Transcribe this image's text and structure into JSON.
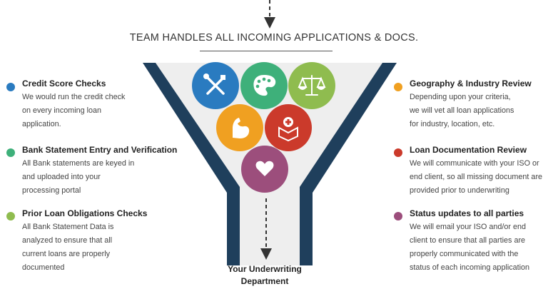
{
  "heading": "TEAM HANDLES ALL INCOMING APPLICATIONS & DOCS.",
  "footer": {
    "line1": "Your Underwriting",
    "line2": "Department"
  },
  "colors": {
    "funnel_border": "#1f3f5c",
    "funnel_fill": "#eeeeee",
    "blue": "#2a7bc0",
    "green": "#3eb07a",
    "olive": "#8fbc4f",
    "orange": "#f0a021",
    "red": "#cb3a2b",
    "purple": "#9c4e7c"
  },
  "left_items": [
    {
      "title": "Credit Score Checks",
      "color": "#2a7bc0",
      "lines": [
        "We would run the credit check",
        "on every incoming loan",
        "application."
      ]
    },
    {
      "title": "Bank Statement Entry and Verification",
      "color": "#3eb07a",
      "lines": [
        "All Bank statements are keyed in",
        "and uploaded into your",
        "processing portal"
      ]
    },
    {
      "title": "Prior Loan Obligations Checks",
      "color": "#8fbc4f",
      "lines": [
        "All Bank Statement Data is",
        "analyzed to ensure that all",
        "current loans are properly",
        "documented"
      ]
    }
  ],
  "right_items": [
    {
      "title": "Geography & Industry Review",
      "color": "#f0a021",
      "lines": [
        "Depending upon your criteria,",
        "we will vet all loan applications",
        "for industry, location, etc."
      ]
    },
    {
      "title": "Loan Documentation Review",
      "color": "#cb3a2b",
      "lines": [
        "We will communicate with your ISO or",
        "end client, so all missing document are",
        "provided prior to underwriting"
      ]
    },
    {
      "title": "Status updates to all parties",
      "color": "#9c4e7c",
      "lines": [
        "We will email your ISO and/or end",
        "client to ensure that all parties are",
        "properly communicated with the",
        "status of each incoming application"
      ]
    }
  ],
  "circles": [
    {
      "icon": "tools-icon",
      "color": "#2a7bc0"
    },
    {
      "icon": "palette-icon",
      "color": "#3eb07a"
    },
    {
      "icon": "scales-icon",
      "color": "#8fbc4f"
    },
    {
      "icon": "flexed-arm-icon",
      "color": "#f0a021"
    },
    {
      "icon": "medical-kit-icon",
      "color": "#cb3a2b"
    },
    {
      "icon": "heart-icon",
      "color": "#9c4e7c"
    }
  ]
}
